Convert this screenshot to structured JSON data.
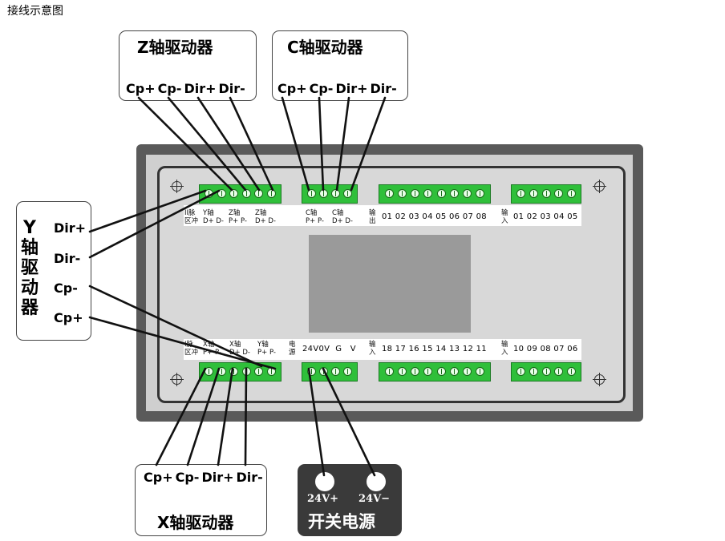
{
  "title": "接线示意图",
  "z_driver": {
    "title": "Z轴驱动器",
    "pins": [
      "Cp+",
      "Cp-",
      "Dir+",
      "Dir-"
    ]
  },
  "c_driver": {
    "title": "C轴驱动器",
    "pins": [
      "Cp+",
      "Cp-",
      "Dir+",
      "Dir-"
    ]
  },
  "y_driver": {
    "title": "Y轴驱动器",
    "pins": [
      "Dir+",
      "Dir-",
      "Cp-",
      "Cp+"
    ]
  },
  "x_driver": {
    "title": "X轴驱动器",
    "pins": [
      "Cp+",
      "Cp-",
      "Dir+",
      "Dir-"
    ]
  },
  "power": {
    "title": "开关电源",
    "pins": [
      "24V+",
      "24V−"
    ]
  },
  "top_labels": {
    "pulse": "II脉\n区冲",
    "y_axis": "Y轴\nD+ D-",
    "z_axis_p": "Z轴\nP+ P-",
    "z_axis_d": "Z轴\nD+ D-",
    "c_axis_p": "C轴\nP+ P-",
    "c_axis_d": "C轴\nD+ D-",
    "output": "输\n出",
    "output_nums": "01 02 03 04 05 06 07 08",
    "input": "输\n入",
    "input_nums": "01 02 03 04 05"
  },
  "bottom_labels": {
    "pulse": "I脉\n区冲",
    "x_axis_p": "X轴\nP+ P-",
    "x_axis_d": "X轴\nD+ D-",
    "y_axis_p": "Y轴\nP+ P-",
    "power": "电\n源",
    "power_nums": "24V0V  G   V",
    "input_a": "输\n入",
    "input_a_nums": "18 17 16 15 14 13 12 11",
    "input_b": "输\n入",
    "input_b_nums": "10 09 08 07 06"
  },
  "colors": {
    "terminal": "#2fbf3a",
    "housing": "#5a5a5a",
    "lcd": "#9a9a9a",
    "power_box": "#3a3a3a"
  }
}
